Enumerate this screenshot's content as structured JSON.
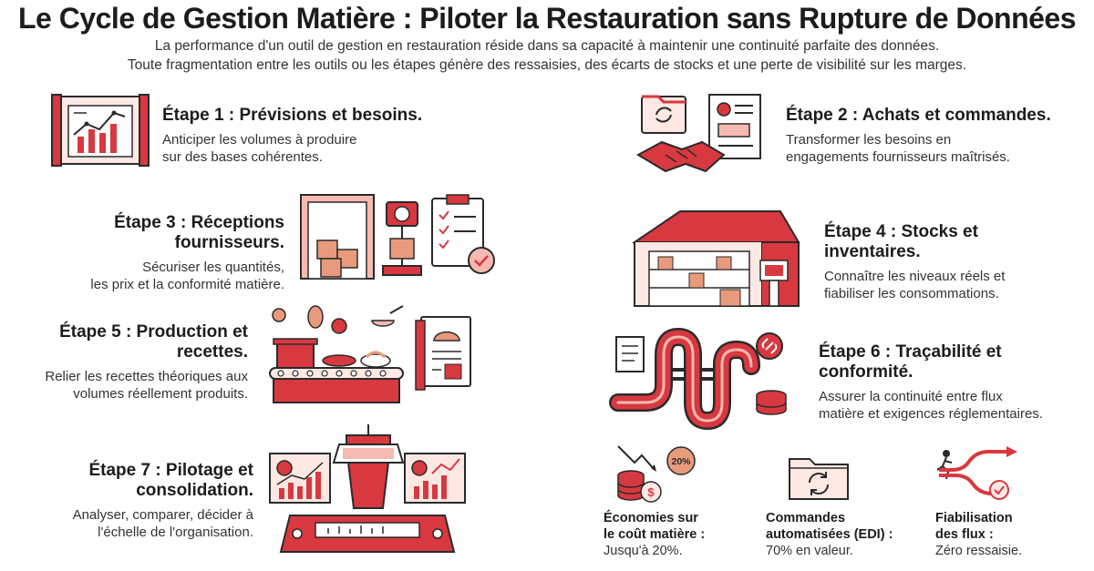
{
  "title": "Le Cycle de Gestion Matière : Piloter la Restauration sans Rupture de Données",
  "intro": {
    "line1": "La performance d'un outil de gestion en restauration réside dans sa capacité à maintenir une continuité parfaite des données.",
    "line2": "Toute fragmentation entre les outils ou les étapes génère des ressaisies, des écarts de stocks et une perte de visibilité sur les marges."
  },
  "steps": {
    "s1": {
      "title": "Étape 1 : Prévisions et besoins.",
      "desc1": "Anticiper les volumes à produire",
      "desc2": "sur des bases cohérentes."
    },
    "s2": {
      "title": "Étape 2 : Achats et commandes.",
      "desc1": "Transformer les besoins en",
      "desc2": "engagements fournisseurs maîtrisés."
    },
    "s3": {
      "title": "Étape 3 : Réceptions fournisseurs.",
      "desc1": "Sécuriser les quantités,",
      "desc2": "les prix et la conformité matière."
    },
    "s4": {
      "title1": "Étape 4 : Stocks et",
      "title2": "inventaires.",
      "desc1": "Connaître les niveaux réels et",
      "desc2": "fiabiliser les consommations."
    },
    "s5": {
      "title1": "Étape 5 : Production et",
      "title2": "recettes.",
      "desc1": "Relier les recettes théoriques aux",
      "desc2": "volumes réellement produits."
    },
    "s6": {
      "title1": "Étape 6 : Traçabilité et",
      "title2": "conformité.",
      "desc1": "Assurer la continuité entre flux",
      "desc2": "matière et exigences réglementaires."
    },
    "s7": {
      "title1": "Étape 7 : Pilotage et",
      "title2": "consolidation.",
      "desc1": "Analyser, comparer, décider à",
      "desc2": "l'échelle de l'organisation."
    }
  },
  "kpis": {
    "k1": {
      "title1": "Économies sur",
      "title2": "le coût matière :",
      "value": "Jusqu'à 20%.",
      "badge": "20%"
    },
    "k2": {
      "title1": "Commandes",
      "title2": "automatisées (EDI) :",
      "value": "70% en valeur."
    },
    "k3": {
      "title1": "Fiabilisation",
      "title2": "des flux :",
      "value": "Zéro ressaisie."
    }
  },
  "colors": {
    "accent": "#d8383f",
    "accent_light": "#f6b9b2",
    "ink": "#2a2a2a"
  }
}
